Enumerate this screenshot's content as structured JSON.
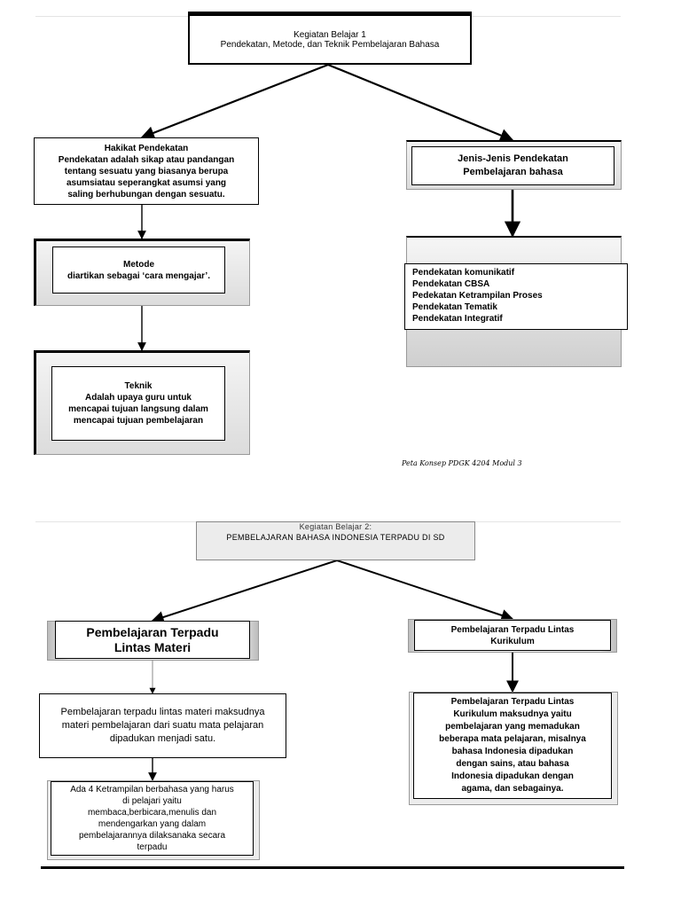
{
  "map1": {
    "title_lines": [
      "Kegiatan Belajar 1",
      "Pendekatan, Metode, dan Teknik Pembelajaran Bahasa"
    ],
    "hakikat_lines": [
      "Hakikat Pendekatan",
      "Pendekatan adalah sikap atau pandangan",
      "tentang sesuatu yang biasanya berupa",
      "asumsiatau seperangkat asumsi yang",
      "saling berhubungan dengan sesuatu."
    ],
    "metode_lines": [
      "Metode",
      "diartikan sebagai ‘cara mengajar’."
    ],
    "teknik_lines": [
      "Teknik",
      "Adalah upaya guru untuk",
      "mencapai tujuan langsung dalam",
      "mencapai tujuan pembelajaran"
    ],
    "jenis_lines": [
      "Jenis-Jenis Pendekatan",
      "Pembelajaran bahasa"
    ],
    "jenis_items": [
      "Pendekatan komunikatif",
      "Pendekatan CBSA",
      "Pedekatan Ketrampilan Proses",
      "Pendekatan Tematik",
      "Pendekatan Integratif"
    ],
    "caption": "Peta Konsep PDGK 4204 Modul 3"
  },
  "map2": {
    "title_lines": [
      "Kegiatan Belajar 2:",
      "PEMBELAJARAN BAHASA INDONESIA TERPADU DI SD"
    ],
    "lintas_materi_lines": [
      "Pembelajaran Terpadu",
      "Lintas Materi"
    ],
    "lintas_materi_desc_lines": [
      "Pembelajaran terpadu lintas materi maksudnya",
      "materi pembelajaran dari suatu mata pelajaran",
      "dipadukan menjadi satu."
    ],
    "keterampilan_lines": [
      "Ada 4 Ketrampilan berbahasa yang harus",
      "di pelajari yaitu",
      "membaca,berbicara,menulis dan",
      "mendengarkan yang dalam",
      "pembelajarannya dilaksanaka secara",
      "terpadu"
    ],
    "lintas_kurikulum_lines": [
      "Pembelajaran Terpadu Lintas",
      "Kurikulum"
    ],
    "lintas_kurikulum_desc_lines": [
      "Pembelajaran Terpadu Lintas",
      "Kurikulum maksudnya yaitu",
      "pembelajaran yang memadukan",
      "beberapa mata pelajaran, misalnya",
      "bahasa Indonesia dipadukan",
      "dengan sains, atau bahasa",
      "Indonesia dipadukan dengan",
      "agama, dan sebagainya."
    ]
  }
}
